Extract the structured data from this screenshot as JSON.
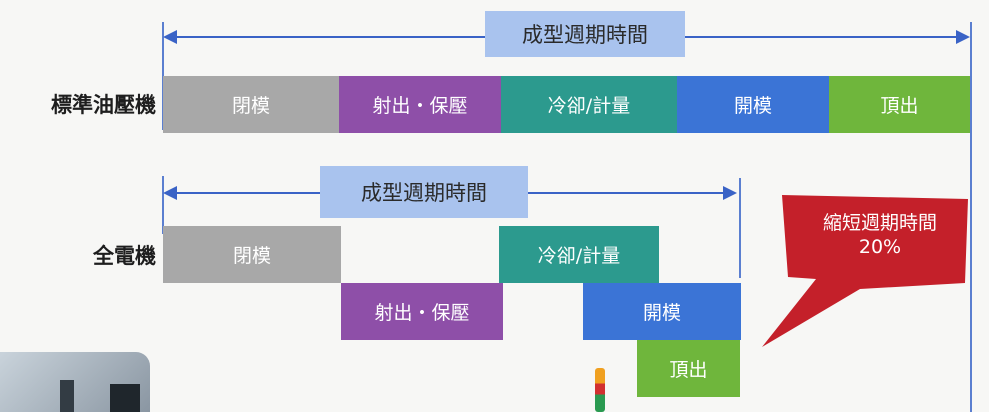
{
  "colors": {
    "close": "#a8a8a8",
    "inject": "#8e4fa8",
    "cool": "#2c9a8e",
    "open": "#3b74d6",
    "eject": "#6fb63c",
    "callout": "#c4202a",
    "cycle_label_bg": "#a9c3ee",
    "arrow": "#3a63c6"
  },
  "standard": {
    "machine_label": "標準油壓機",
    "cycle_label": "成型週期時間",
    "bars": {
      "close": "閉模",
      "inject": "射出・保壓",
      "cool": "冷卻/計量",
      "open": "開模",
      "eject": "頂出"
    }
  },
  "electric": {
    "machine_label": "全電機",
    "cycle_label": "成型週期時間",
    "bars": {
      "close": "閉模",
      "inject": "射出・保壓",
      "cool": "冷卻/計量",
      "open": "開模",
      "eject": "頂出"
    }
  },
  "callout": {
    "line1": "縮短週期時間",
    "line2": "20%"
  }
}
